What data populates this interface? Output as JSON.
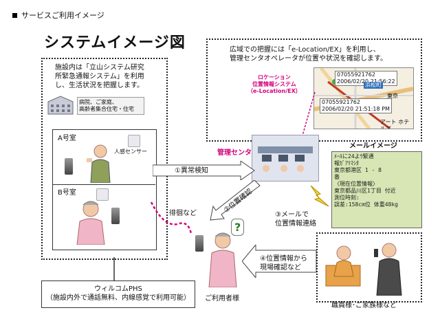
{
  "header": {
    "label": "サービスご利用イメージ"
  },
  "title": "システムイメージ図",
  "facility": {
    "desc": [
      "施設内は「立山システム研究",
      "所緊急通報システム」を利用",
      "し、生活状況を把握します。"
    ],
    "building_label": [
      "病院、ご家庭、",
      "高齢者集合住宅・住宅"
    ],
    "room_a": "A号室",
    "room_b": "B号室",
    "sensor_label": "人感センサー"
  },
  "wide_area": {
    "desc": [
      "広域での把握には「e-Location/EX」を利用し、",
      "管理センタオペレータが位置や状況を確認します。"
    ],
    "location_system": [
      "ロケーション",
      "位置情報システム",
      "（e-Location/EX）"
    ],
    "map_info_1": [
      "07055921762",
      "2006/02/20 21:56:22"
    ],
    "map_info_2": [
      "07055921762",
      "2006/02/20 21:51:18 PM"
    ],
    "map_labels": [
      "東京",
      "アート ホテルズ",
      "浜松町"
    ]
  },
  "center_label": "管理センタ",
  "mail": {
    "title": "メールイメージ",
    "lines": [
      "ﾒｰﾙに24よｳ緊通",
      "報ｶﾞｱﾘﾏｼﾀ",
      "東京都港区 1 - 8",
      "番",
      "〈現在位置情報〉",
      "東京都品川区1丁目 付近",
      "測位時刻:",
      "誤差:158cm位  体重48kg"
    ]
  },
  "arrows": {
    "anomaly": "①異常検知",
    "location_check": "②位置確認",
    "mail_notify": [
      "③メールで",
      "位置情報連絡"
    ],
    "site_check": [
      "④位置情報から",
      "現場確認など"
    ],
    "wander": "徘徊など"
  },
  "phs": {
    "lines": [
      "ウィルコムPHS",
      "（施設内外で通話無料、内線感覚で利用可能）"
    ]
  },
  "user_label": "ご利用者様",
  "staff_label": "職員様･ご家族様など"
}
